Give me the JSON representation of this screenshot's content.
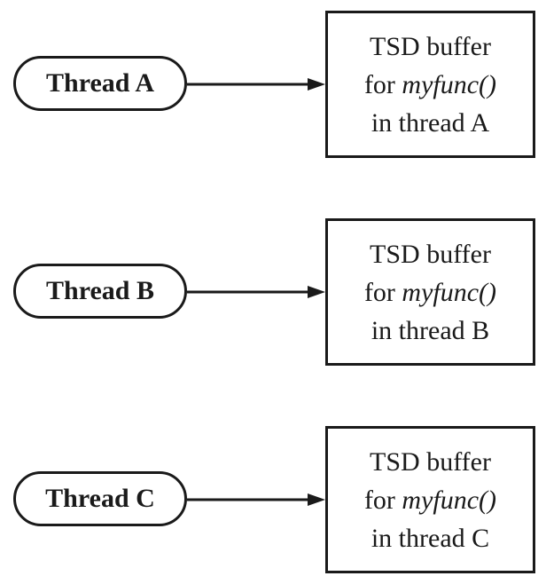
{
  "rows": [
    {
      "thread_label": "Thread A",
      "buffer": {
        "line1": "TSD buffer",
        "line2_prefix": "for ",
        "func": "myfunc()",
        "line3": "in thread A"
      }
    },
    {
      "thread_label": "Thread B",
      "buffer": {
        "line1": "TSD buffer",
        "line2_prefix": "for ",
        "func": "myfunc()",
        "line3": "in thread B"
      }
    },
    {
      "thread_label": "Thread C",
      "buffer": {
        "line1": "TSD buffer",
        "line2_prefix": "for ",
        "func": "myfunc()",
        "line3": "in thread C"
      }
    }
  ],
  "colors": {
    "stroke": "#1a1a1a",
    "background": "#ffffff"
  }
}
